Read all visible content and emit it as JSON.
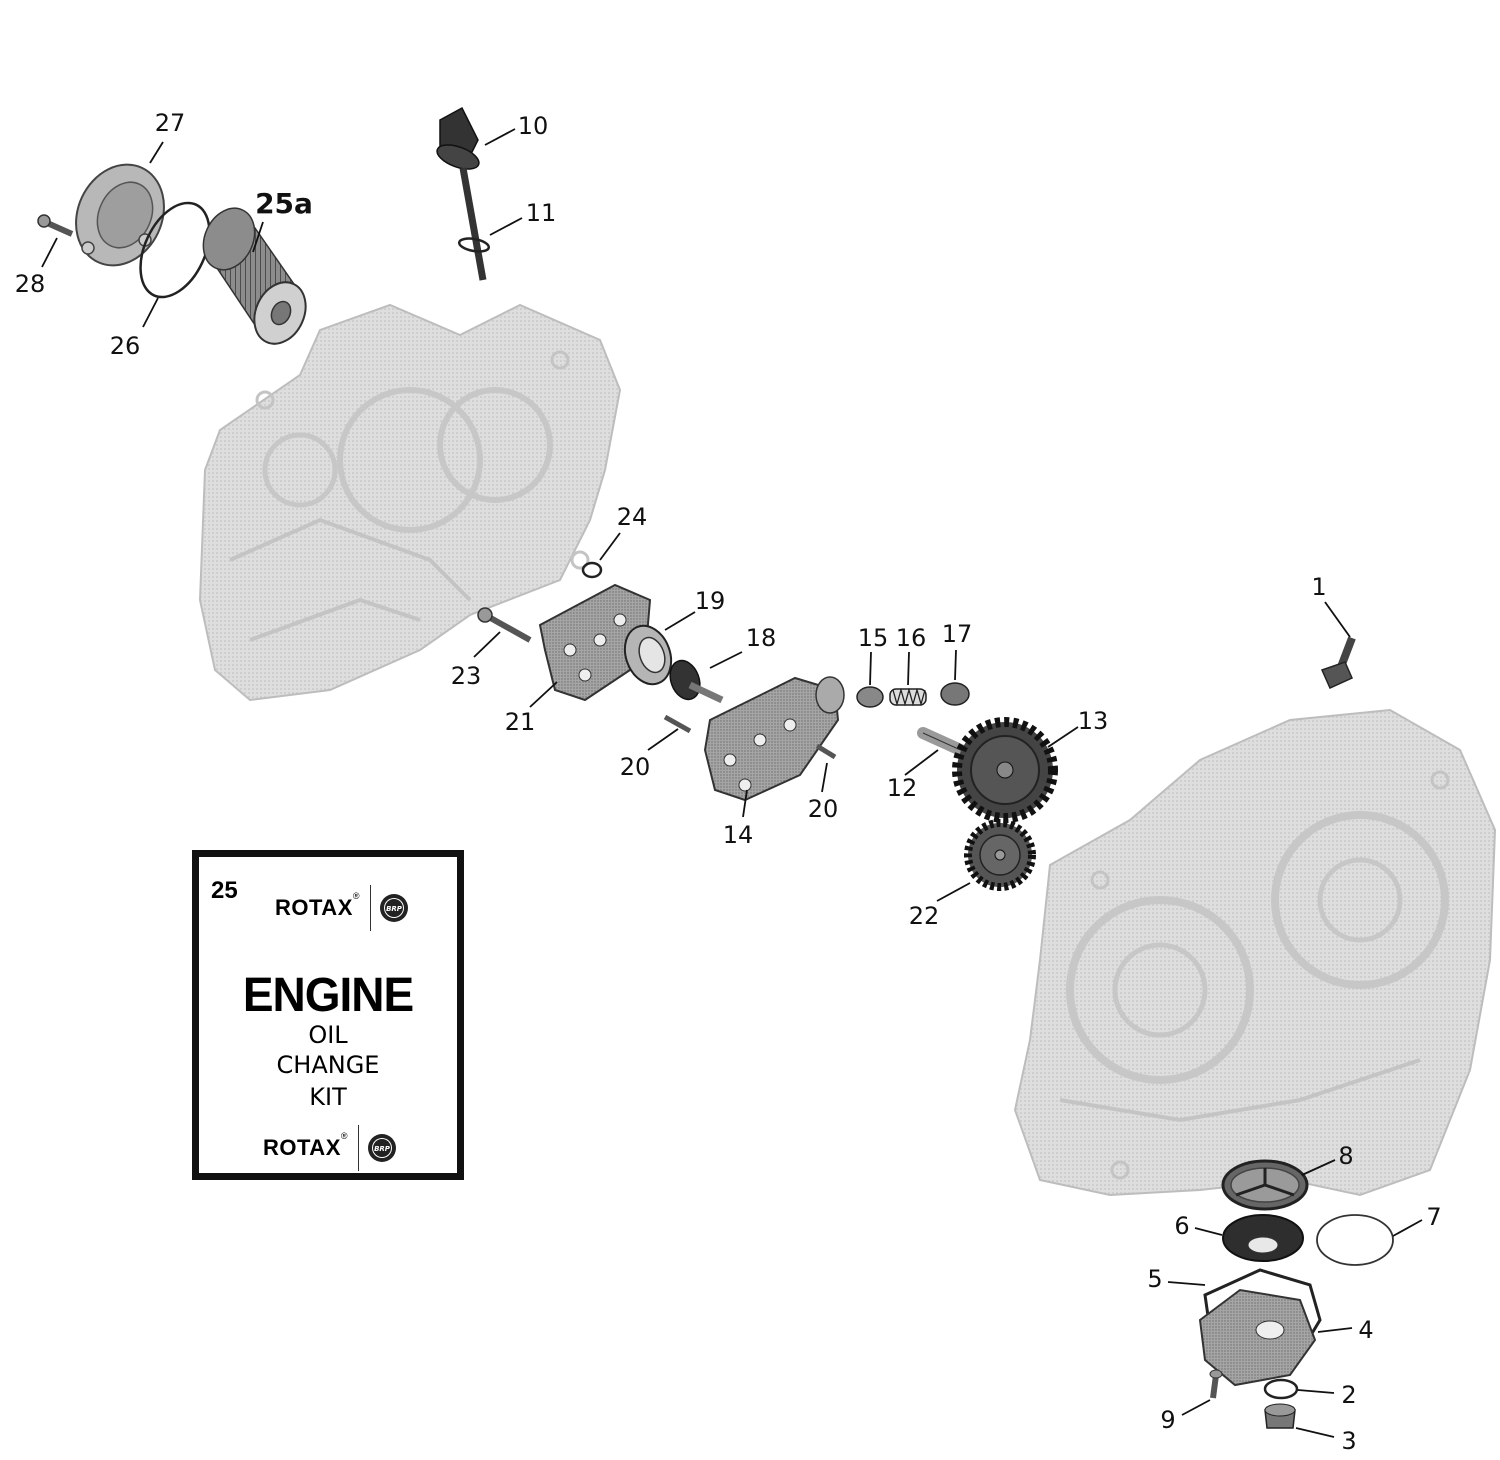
{
  "callouts": {
    "c1": "1",
    "c2": "2",
    "c3": "3",
    "c4": "4",
    "c5": "5",
    "c6": "6",
    "c7": "7",
    "c8": "8",
    "c9": "9",
    "c10": "10",
    "c11": "11",
    "c12": "12",
    "c13": "13",
    "c14": "14",
    "c15": "15",
    "c16": "16",
    "c17": "17",
    "c18": "18",
    "c19": "19",
    "c20a": "20",
    "c20b": "20",
    "c21": "21",
    "c22": "22",
    "c23": "23",
    "c24": "24",
    "c25a": "25a",
    "c26": "26",
    "c27": "27",
    "c28": "28"
  },
  "kit": {
    "number": "25",
    "brand": "ROTAX",
    "brand_mark": "®",
    "logo_text": "BRP",
    "title": "ENGINE",
    "line1": "OIL",
    "line2": "CHANGE",
    "line3": "KIT"
  },
  "colors": {
    "crankcase_fill": "#d9d9d9",
    "crankcase_stroke": "#bdbdbd",
    "part_fill": "#9a9a9a",
    "part_dark": "#3a3a3a",
    "leader": "#111111"
  }
}
